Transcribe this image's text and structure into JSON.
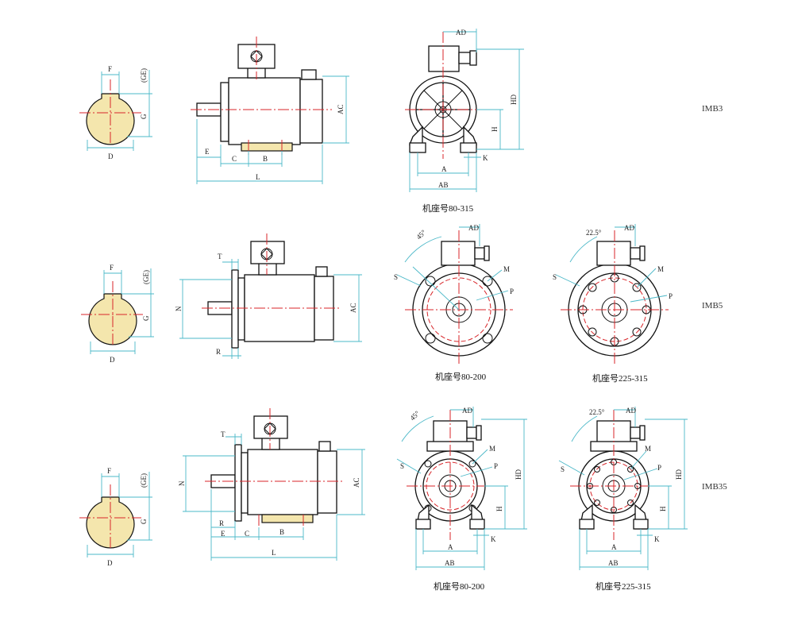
{
  "labels": {
    "F": "F",
    "GE": "(GE)",
    "G": "G",
    "D": "D",
    "AC": "AC",
    "E": "E",
    "C": "C",
    "B": "B",
    "L": "L",
    "T": "T",
    "N": "N",
    "R": "R",
    "AD": "AD",
    "HD": "HD",
    "H": "H",
    "A": "A",
    "AB": "AB",
    "K": "K",
    "M": "M",
    "P": "P",
    "S": "S",
    "ang45": "45°",
    "ang225": "22.5°"
  },
  "mounts": {
    "imb3": "IMB3",
    "imb5": "IMB5",
    "imb35": "IMB35"
  },
  "captions": {
    "r1_end": "机座号80-315",
    "r2_f1": "机座号80-200",
    "r2_f2": "机座号225-315",
    "r3_f1": "机座号80-200",
    "r3_f2": "机座号225-315"
  }
}
